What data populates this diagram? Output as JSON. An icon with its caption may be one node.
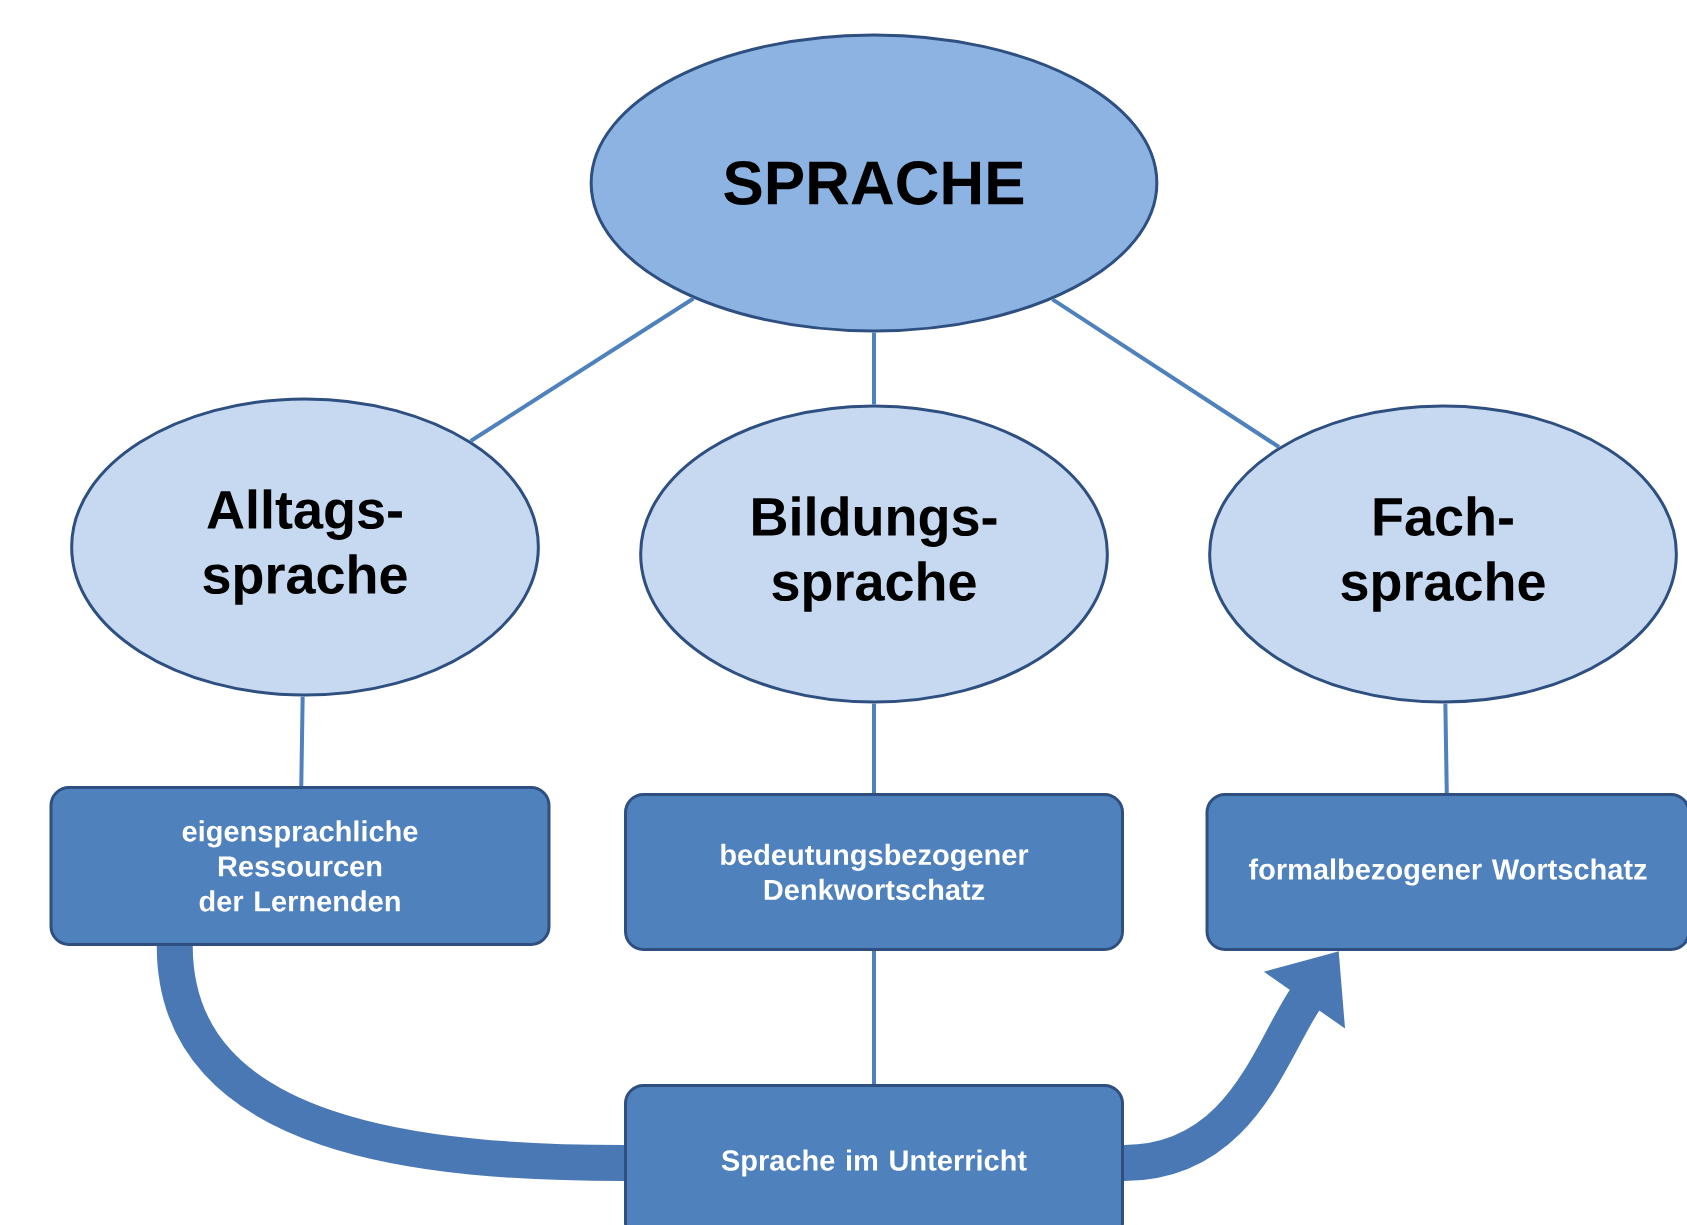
{
  "diagram": {
    "nodes": [
      {
        "text": [
          "SPRACHE"
        ]
      },
      {
        "text": [
          "Alltags- sprache"
        ]
      },
      {
        "text": [
          "Bildungs- sprache"
        ]
      },
      {
        "text": [
          "Fach- sprache"
        ]
      },
      {
        "text": [
          "eigensprachliche Ressourcen der Lernenden"
        ]
      },
      {
        "text": [
          "bedeutungsbezogener Denkwortschatz"
        ]
      },
      {
        "text": [
          "formalbezogener Wortschatz"
        ]
      },
      {
        "text": [
          "Sprache im Unterricht"
        ]
      }
    ],
    "edges": [
      {
        "from": 0,
        "to": 1,
        "arrow": "none"
      },
      {
        "from": 0,
        "to": 2,
        "arrow": "none"
      },
      {
        "from": 0,
        "to": 3,
        "arrow": "none"
      },
      {
        "from": 1,
        "to": 4,
        "arrow": "none"
      },
      {
        "from": 2,
        "to": 5,
        "arrow": "none"
      },
      {
        "from": 3,
        "to": 6,
        "arrow": "none"
      },
      {
        "from": 5,
        "to": 7,
        "arrow": "none"
      },
      {
        "from": 4,
        "to": 7,
        "arrow": "none",
        "style": "thick"
      },
      {
        "from": 7,
        "to": 6,
        "arrow": "to",
        "style": "thick"
      }
    ]
  }
}
